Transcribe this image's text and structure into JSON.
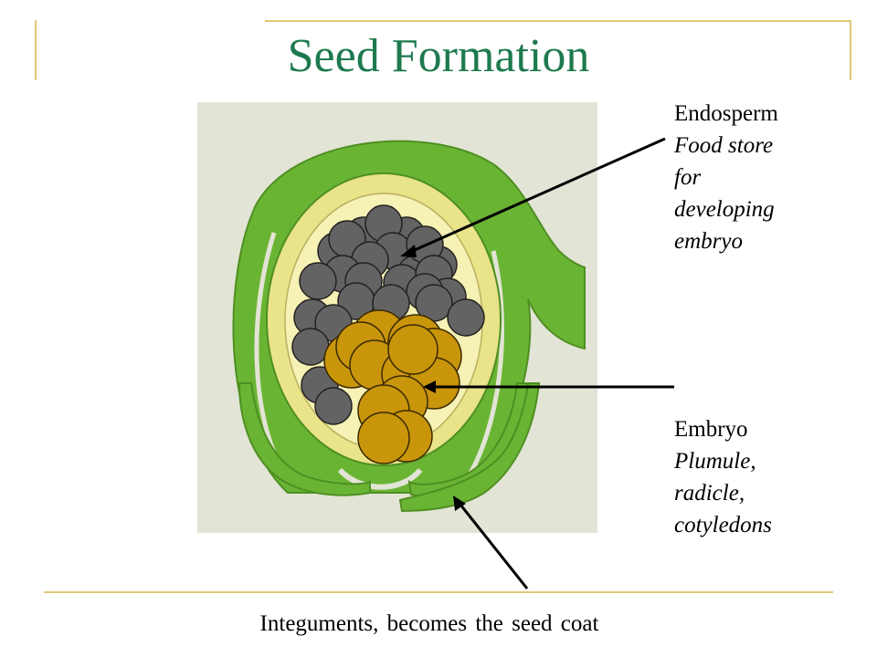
{
  "slide": {
    "title": "Seed Formation",
    "colors": {
      "title": "#1d7a4e",
      "frame": "#e0c97a",
      "integument": "#6ab434",
      "endosperm_fill": "#f6f1b4",
      "cell_gray": "#636363",
      "cell_gold": "#c9950b",
      "background_card": "#e2e4d5"
    }
  },
  "labels": {
    "endosperm": {
      "name": "Endosperm",
      "lines": [
        "Food store",
        "for",
        "developing",
        "embryo"
      ]
    },
    "embryo": {
      "name": "Embryo",
      "lines": [
        "Plumule,",
        "radicle,",
        "cotyledons"
      ]
    },
    "integuments": "Integuments, becomes the seed coat"
  }
}
